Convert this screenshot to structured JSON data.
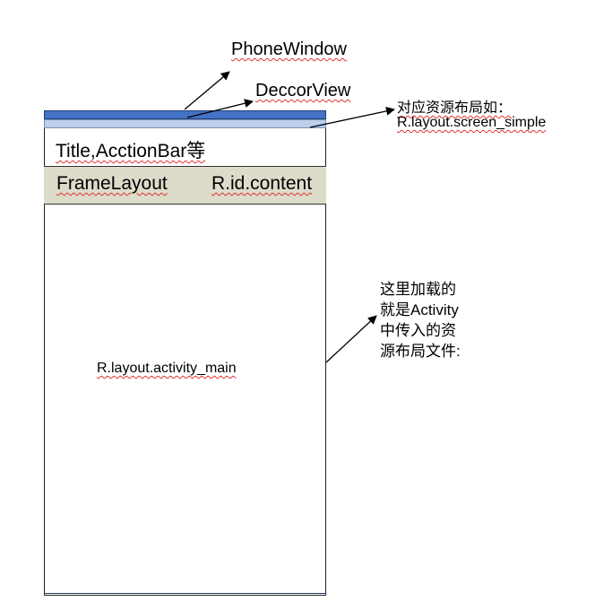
{
  "labels": {
    "phone_window": "PhoneWindow",
    "decor_view": "DeccorView",
    "title_row": "Title,AcctionBar等",
    "frame_layout": "FrameLayout",
    "content_id": "R.id.content",
    "activity_main": "R.layout.activity_main",
    "screen_simple_line1": "对应资源布局如：",
    "screen_simple_line2": "R.layout.screen_simple",
    "note_lines": [
      "这里加载的",
      "就是Activity",
      "中传入的资",
      "源布局文件:"
    ]
  },
  "colors": {
    "phone_window_bar": "#4472c4",
    "decor_view_bar": "#bcd0ec",
    "frame_layout_band": "#dddccb"
  }
}
